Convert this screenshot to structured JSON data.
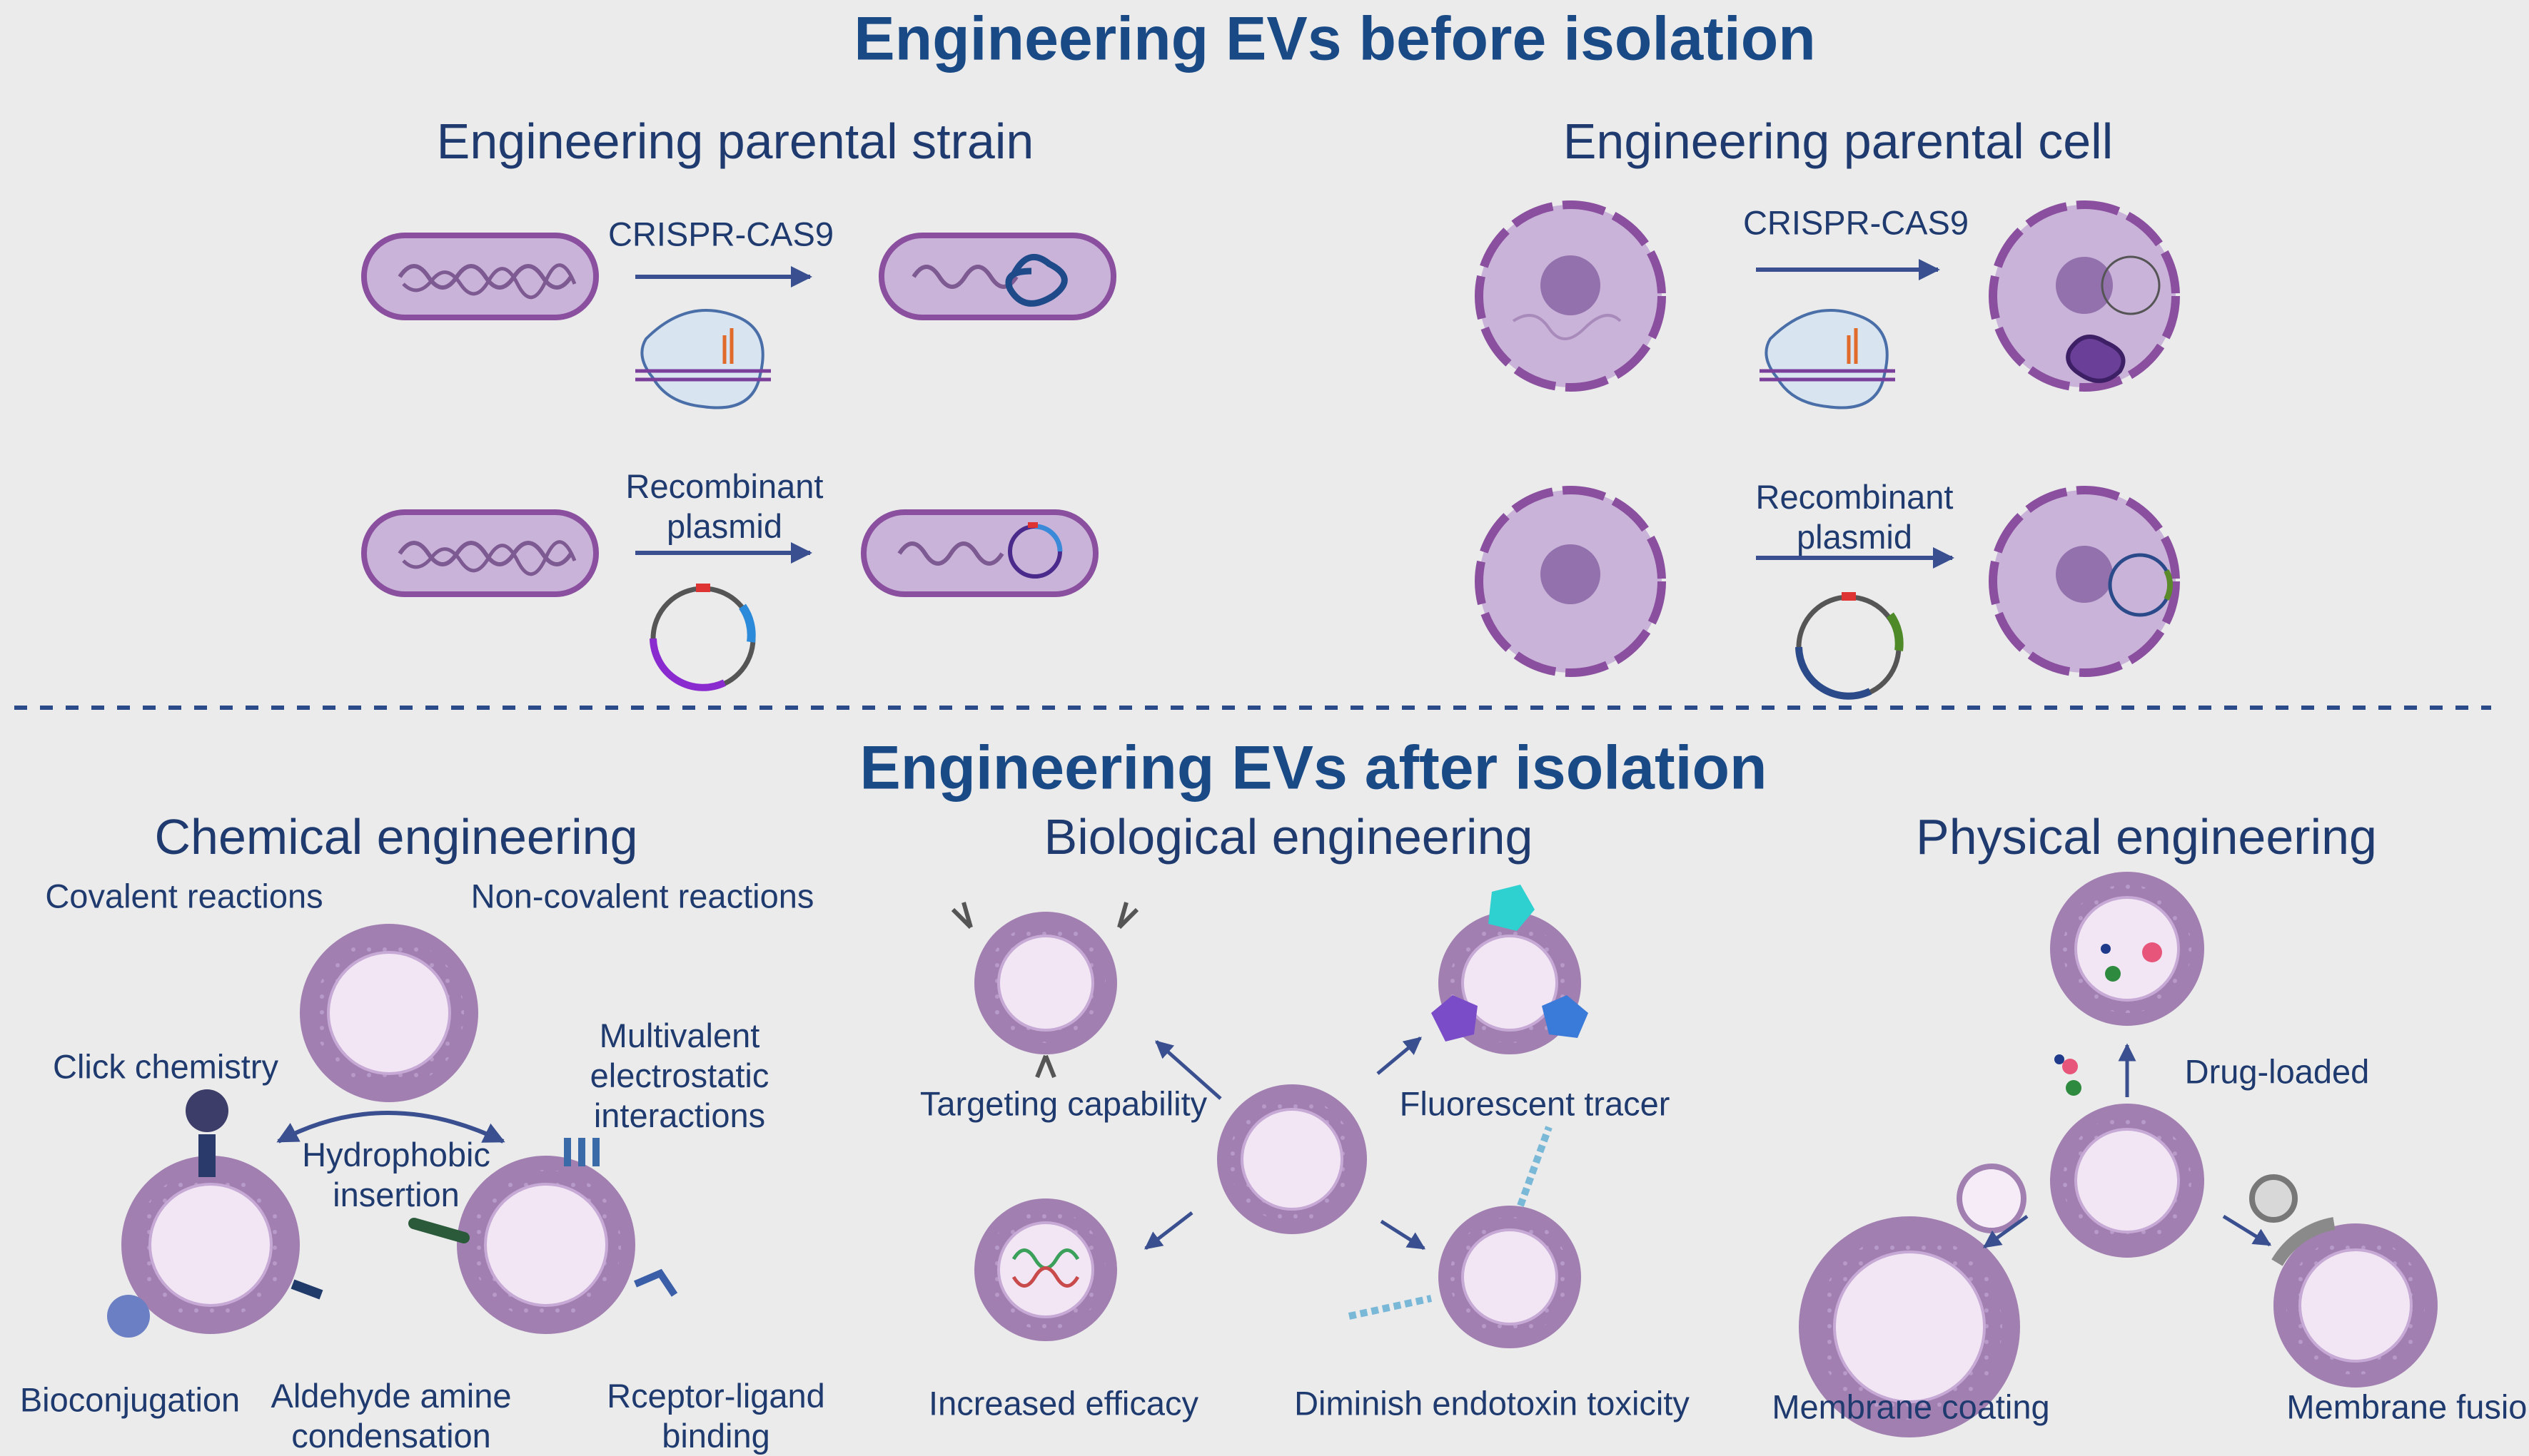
{
  "sections": {
    "before_title": "Engineering EVs before isolation",
    "after_title": "Engineering EVs after isolation"
  },
  "before": {
    "strain_title": "Engineering parental strain",
    "cell_title": "Engineering parental cell",
    "strain_crispr_label": "CRISPR-CAS9",
    "strain_plasmid_label": [
      "Recombinant",
      "plasmid"
    ],
    "cell_crispr_label": "CRISPR-CAS9",
    "cell_plasmid_label": [
      "Recombinant",
      "plasmid"
    ]
  },
  "chemical": {
    "title": "Chemical engineering",
    "covalent": "Covalent reactions",
    "noncovalent": "Non-covalent reactions",
    "click": "Click chemistry",
    "multivalent": [
      "Multivalent",
      "electrostatic",
      "interactions"
    ],
    "hydrophobic": [
      "Hydrophobic",
      "insertion"
    ],
    "bioconjugation": "Bioconjugation",
    "aldehyde": [
      "Aldehyde amine",
      "condensation"
    ],
    "receptor": [
      "Rceptor-ligand",
      "binding"
    ]
  },
  "biological": {
    "title": "Biological engineering",
    "targeting": "Targeting capability",
    "fluorescent": "Fluorescent tracer",
    "efficacy": "Increased efficacy",
    "endotoxin": "Diminish endotoxin toxicity"
  },
  "physical": {
    "title": "Physical engineering",
    "drug": "Drug-loaded",
    "coating": "Membrane coating",
    "fusion": "Membrane fusion"
  },
  "colors": {
    "title_blue": "#1a4a86",
    "text_blue": "#1f3a6e",
    "arrow_blue": "#3a4f8f",
    "membrane_purple": "#a27fb1",
    "cell_fill": "#c9b3d9",
    "nucleus": "#9271ad",
    "background": "#ebebeb"
  }
}
